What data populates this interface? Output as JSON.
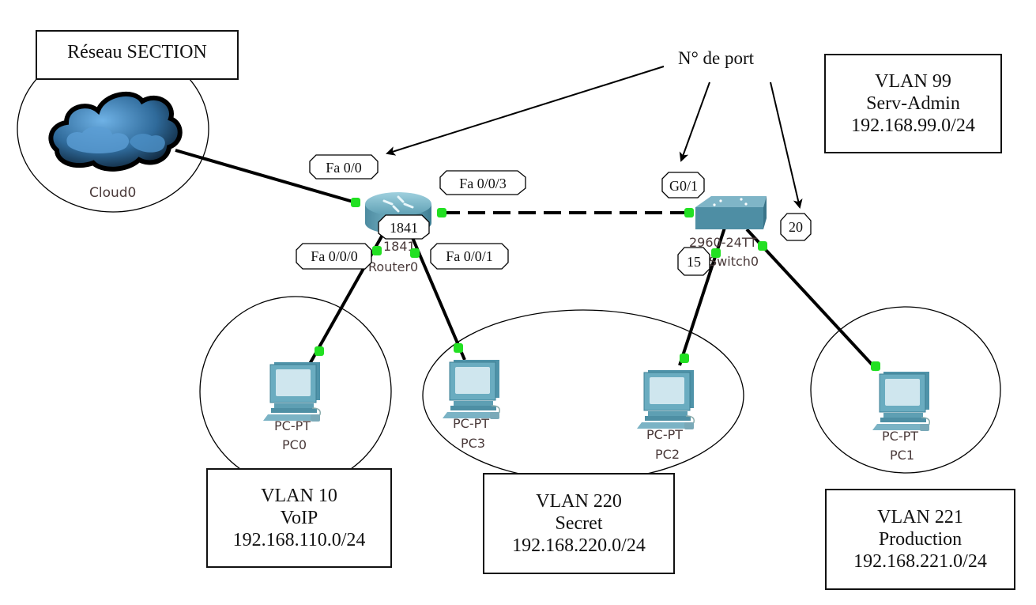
{
  "title_box": {
    "label": "Réseau SECTION"
  },
  "annotation": {
    "port_label": "N° de port"
  },
  "devices": {
    "cloud": {
      "name": "Cloud0"
    },
    "router": {
      "model": "1841",
      "name": "Router0",
      "badge": "1841"
    },
    "switch": {
      "model": "2960-24TT",
      "name": "Switch0"
    },
    "pcs": [
      {
        "model": "PC-PT",
        "name": "PC0"
      },
      {
        "model": "PC-PT",
        "name": "PC3"
      },
      {
        "model": "PC-PT",
        "name": "PC2"
      },
      {
        "model": "PC-PT",
        "name": "PC1"
      }
    ]
  },
  "port_labels": {
    "router_fa00": "Fa 0/0",
    "router_fa003": "Fa 0/0/3",
    "router_fa000": "Fa 0/0/0",
    "router_fa001": "Fa 0/0/1",
    "switch_g01": "G0/1",
    "switch_15": "15",
    "switch_20": "20"
  },
  "vlans": [
    {
      "id": "VLAN 99",
      "name": "Serv-Admin",
      "subnet": "192.168.99.0/24"
    },
    {
      "id": "VLAN 10",
      "name": "VoIP",
      "subnet": "192.168.110.0/24"
    },
    {
      "id": "VLAN 220",
      "name": "Secret",
      "subnet": "192.168.220.0/24"
    },
    {
      "id": "VLAN 221",
      "name": "Production",
      "subnet": "192.168.221.0/24"
    }
  ],
  "colors": {
    "port_up": "#22e022",
    "device_blue": "#5a9fb5",
    "cloud_blue": "#3f7fb8"
  }
}
